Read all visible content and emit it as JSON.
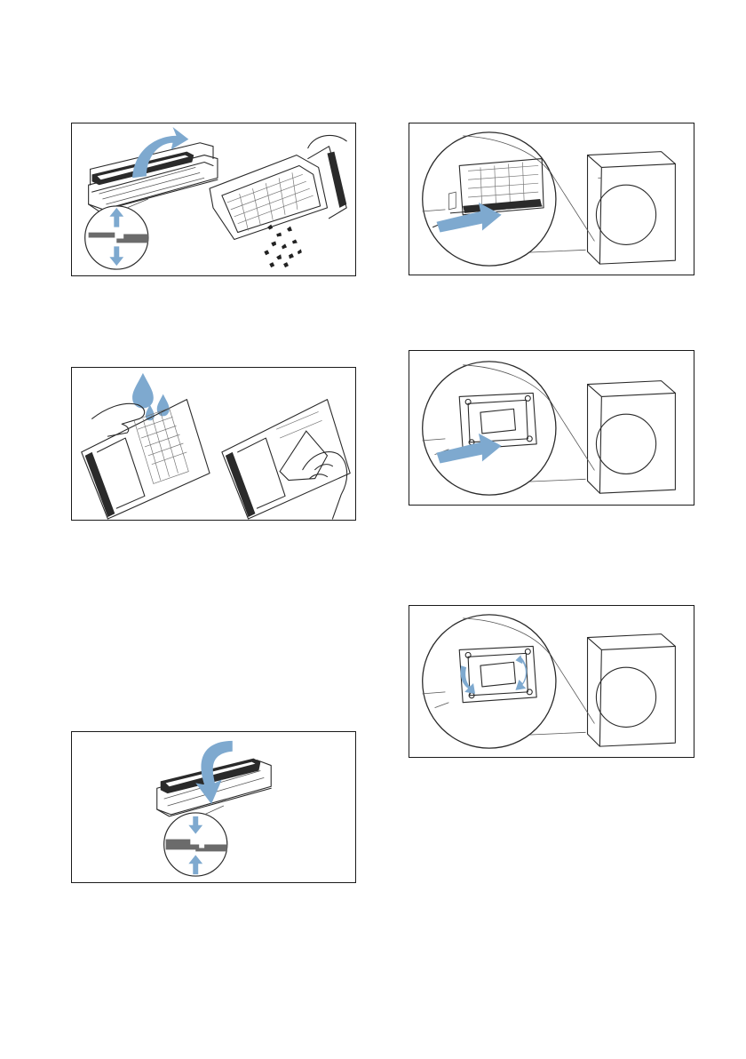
{
  "figures": [
    {
      "name": "filter-open-and-empty",
      "icons": [
        "up-arrow-icon",
        "down-arrow-icon",
        "curved-arrow-icon",
        "hand-icon"
      ]
    },
    {
      "name": "filter-rinse-and-wipe",
      "icons": [
        "water-drop-icon",
        "hand-icon",
        "cloth-icon"
      ]
    },
    {
      "name": "filter-close",
      "icons": [
        "curved-arrow-icon",
        "down-arrow-icon",
        "up-arrow-icon"
      ]
    },
    {
      "name": "filter-insert-into-dryer",
      "icons": [
        "push-arrow-icon",
        "dryer-icon"
      ]
    },
    {
      "name": "filter-housing-insert",
      "icons": [
        "push-arrow-icon",
        "dryer-icon"
      ]
    },
    {
      "name": "filter-housing-lock",
      "icons": [
        "rotate-arrow-icon",
        "dryer-icon"
      ]
    }
  ],
  "colors": {
    "accent": "#7ea9cf",
    "line": "#2a2a2a",
    "border": "#1a1a1a"
  }
}
